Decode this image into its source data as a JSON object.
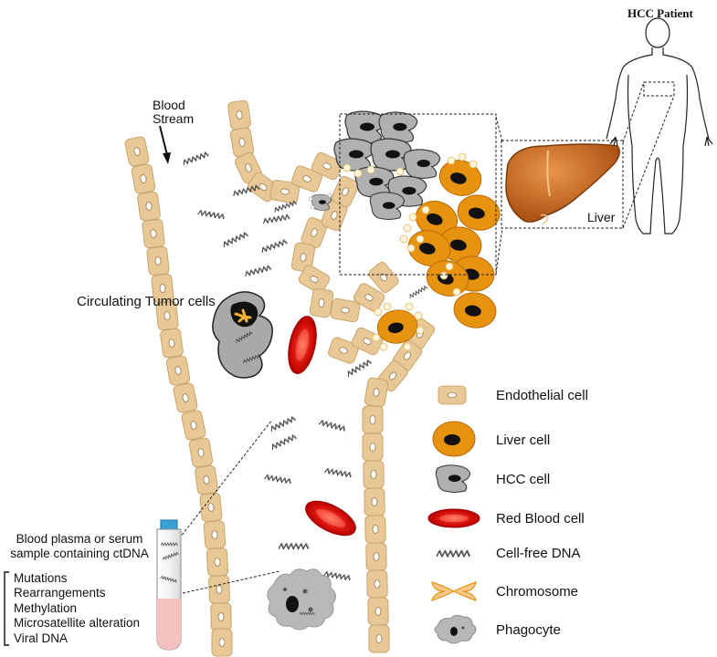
{
  "labels": {
    "patient": "HCC Patient",
    "blood_stream": [
      "Blood",
      "Stream"
    ],
    "liver": "Liver",
    "circulating": "Circulating Tumor cells",
    "plasma_sample": [
      "Blood plasma or serum",
      "sample containing ctDNA"
    ],
    "alterations": [
      "Mutations",
      "Rearrangements",
      "Methylation",
      "Microsatellite alteration",
      "Viral DNA"
    ]
  },
  "legend": [
    {
      "key": "endothelial",
      "label": "Endothelial cell",
      "icon": "endothelial-cell-icon"
    },
    {
      "key": "liver",
      "label": "Liver cell",
      "icon": "liver-cell-icon"
    },
    {
      "key": "hcc",
      "label": "HCC cell",
      "icon": "hcc-cell-icon"
    },
    {
      "key": "rbc",
      "label": "Red Blood cell",
      "icon": "red-blood-cell-icon"
    },
    {
      "key": "cfdna",
      "label": "Cell-free DNA",
      "icon": "cell-free-dna-icon"
    },
    {
      "key": "chromosome",
      "label": "Chromosome",
      "icon": "chromosome-icon"
    },
    {
      "key": "phagocyte",
      "label": "Phagocyte",
      "icon": "phagocyte-icon"
    }
  ],
  "colors": {
    "endothelial": "#e8c896",
    "endothelial_stroke": "#c9a46a",
    "liver_cell": "#e8930f",
    "liver_organ": "#c8691a",
    "hcc_cell": "#a9a9a9",
    "rbc": "#e01010",
    "phagocyte": "#b8b8b8",
    "tube_cap": "#3aa0d8",
    "tube_fill": "#f4c0c0"
  }
}
